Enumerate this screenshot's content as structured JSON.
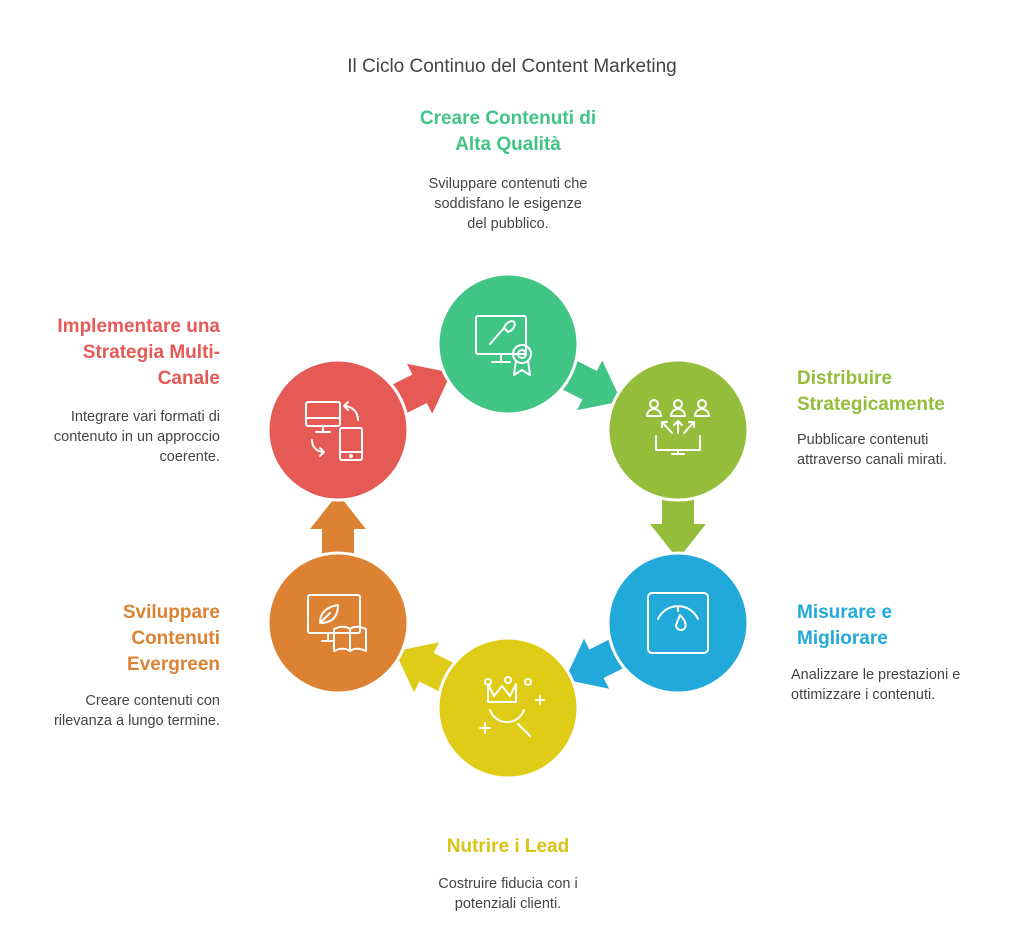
{
  "title": "Il Ciclo Continuo del Content Marketing",
  "colors": {
    "green": "#40C585",
    "lime": "#93BD3B",
    "blue": "#21A9D9",
    "yellow": "#DECC17",
    "orange": "#DD8232",
    "red": "#E55A55"
  },
  "steps": [
    {
      "title_lines": [
        "Creare Contenuti di",
        "Alta Qualità"
      ],
      "desc_lines": [
        "Sviluppare contenuti che",
        "soddisfano le esigenze",
        "del pubblico."
      ],
      "icon": "monitor-brush-award-icon"
    },
    {
      "title_lines": [
        "Distribuire",
        "Strategicamente"
      ],
      "desc_lines": [
        "Pubblicare contenuti",
        "attraverso canali mirati."
      ],
      "icon": "audience-distribution-icon"
    },
    {
      "title_lines": [
        "Misurare e",
        "Migliorare"
      ],
      "desc_lines": [
        "Analizzare le prestazioni e",
        "ottimizzare i contenuti."
      ],
      "icon": "gauge-icon"
    },
    {
      "title_lines": [
        "Nutrire i Lead"
      ],
      "desc_lines": [
        "Costruire fiducia con i",
        "potenziali clienti."
      ],
      "icon": "crown-search-icon"
    },
    {
      "title_lines": [
        "Sviluppare",
        "Contenuti",
        "Evergreen"
      ],
      "desc_lines": [
        "Creare contenuti con",
        "rilevanza a lungo termine."
      ],
      "icon": "leaf-monitor-book-icon"
    },
    {
      "title_lines": [
        "Implementare una",
        "Strategia Multi-",
        "Canale"
      ],
      "desc_lines": [
        "Integrare vari formati di",
        "contenuto in un approccio",
        "coerente."
      ],
      "icon": "multichannel-devices-icon"
    }
  ]
}
